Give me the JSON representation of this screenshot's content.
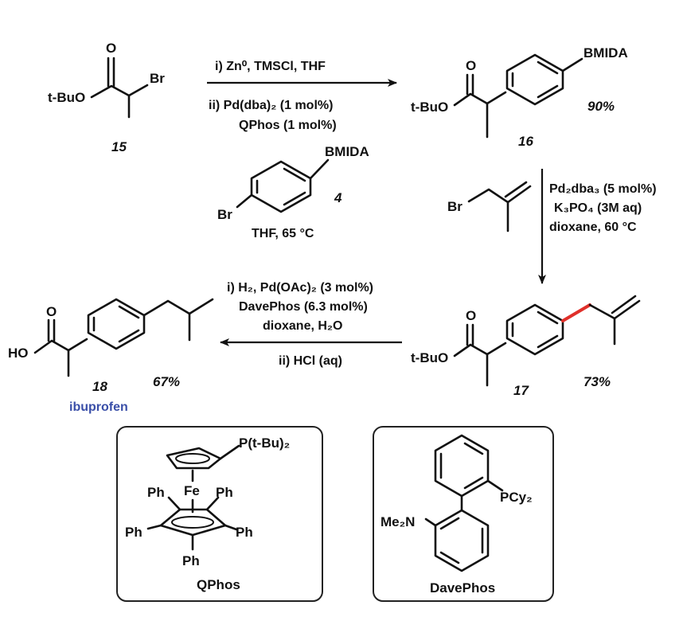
{
  "compounds": {
    "c15": {
      "number": "15",
      "substituent_ester": "t-BuO",
      "substituent_halide": "Br",
      "carbonyl": "O"
    },
    "c4": {
      "number": "4",
      "label_top": "BMIDA",
      "label_bottom": "Br"
    },
    "c16": {
      "number": "16",
      "substituent_ester": "t-BuO",
      "label_boron": "BMIDA",
      "carbonyl": "O",
      "yield": "90%"
    },
    "c17": {
      "number": "17",
      "substituent_ester": "t-BuO",
      "carbonyl": "O",
      "yield": "73%"
    },
    "c18": {
      "number": "18",
      "substituent_acid": "HO",
      "carbonyl": "O",
      "yield": "67%",
      "name": "ibuprofen"
    },
    "methallyl_bromide": {
      "label": "Br"
    }
  },
  "conditions": {
    "step1": {
      "line1": "i) Zn⁰, TMSCl, THF",
      "line2": "ii) Pd(dba)₂ (1 mol%)",
      "line3": "QPhos (1 mol%)",
      "line4": "THF, 65 °C"
    },
    "step2": {
      "line1": "Pd₂dba₃ (5 mol%)",
      "line2": "K₃PO₄ (3M aq)",
      "line3": "dioxane, 60 °C"
    },
    "step3": {
      "line1": "i) H₂, Pd(OAc)₂ (3 mol%)",
      "line2": "DavePhos (6.3 mol%)",
      "line3": "dioxane, H₂O",
      "line4": "ii) HCl (aq)"
    }
  },
  "ligands": {
    "qphos": {
      "name": "QPhos",
      "phosphine": "P(t-Bu)₂",
      "metal": "Fe",
      "ph": "Ph"
    },
    "davephos": {
      "name": "DavePhos",
      "phosphine": "PCy₂",
      "amine": "Me₂N"
    }
  },
  "colors": {
    "highlight_bond": "#e0302a",
    "ibuprofen_label": "#3a4fa8",
    "ink": "#111111"
  }
}
